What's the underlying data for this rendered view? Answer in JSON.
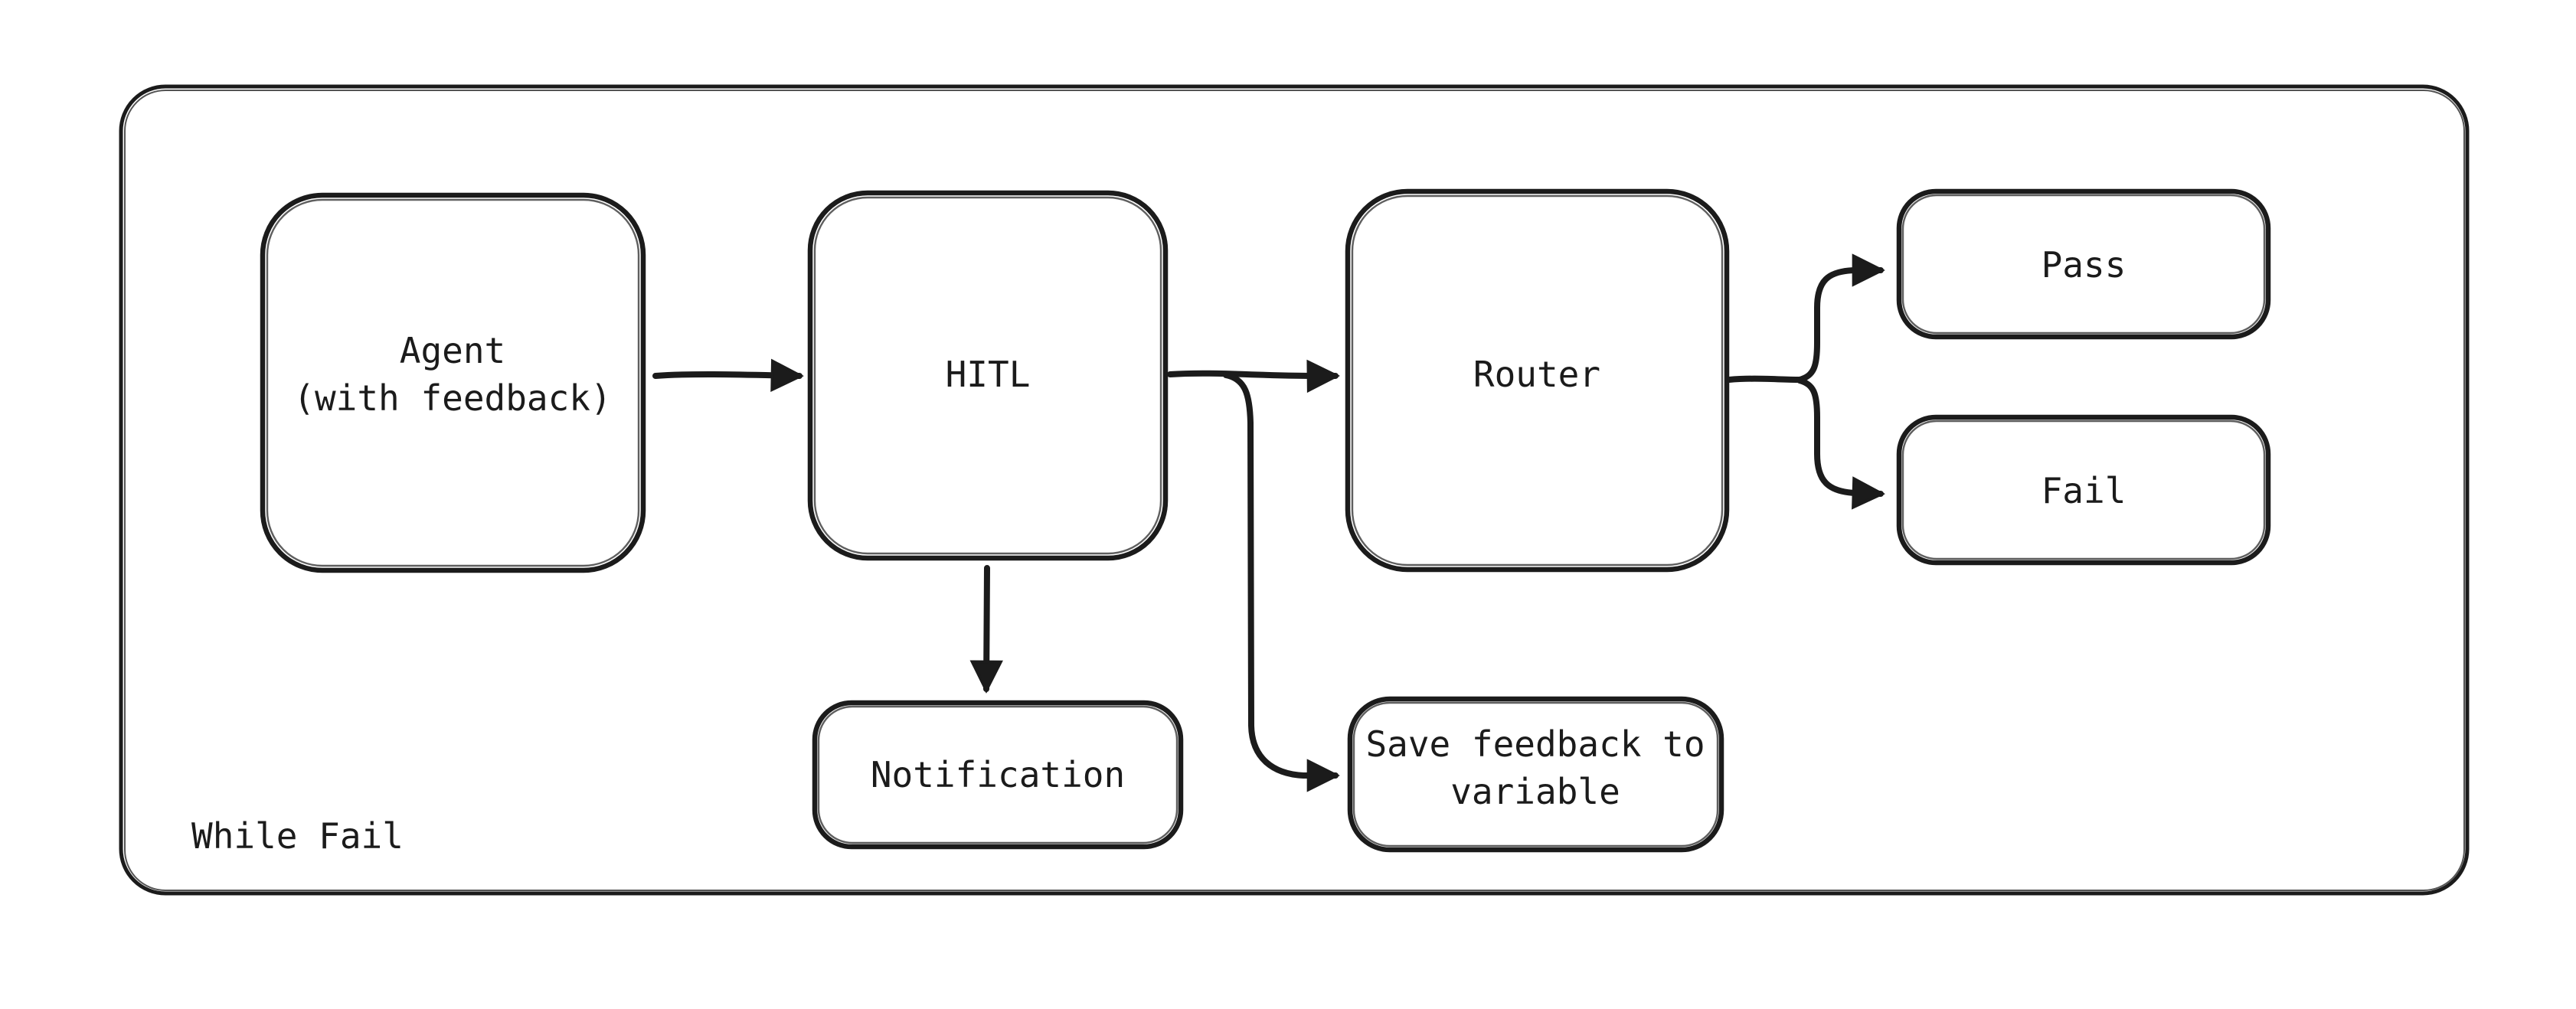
{
  "diagram": {
    "type": "flowchart",
    "background": "#ffffff",
    "stroke_color": "#1b1b1b",
    "loop_label": "While Fail",
    "nodes": {
      "agent": {
        "label": "Agent",
        "label2": "(with feedback)"
      },
      "hitl": {
        "label": "HITL"
      },
      "router": {
        "label": "Router"
      },
      "pass": {
        "label": "Pass"
      },
      "fail": {
        "label": "Fail"
      },
      "notification": {
        "label": "Notification"
      },
      "save_feedback": {
        "label": "Save feedback to",
        "label2": "variable"
      }
    },
    "edges": [
      {
        "from": "agent",
        "to": "hitl"
      },
      {
        "from": "hitl",
        "to": "router"
      },
      {
        "from": "hitl",
        "to": "notification"
      },
      {
        "from": "hitl-router-connector",
        "to": "save_feedback"
      },
      {
        "from": "router",
        "to": "pass"
      },
      {
        "from": "router",
        "to": "fail"
      }
    ]
  }
}
